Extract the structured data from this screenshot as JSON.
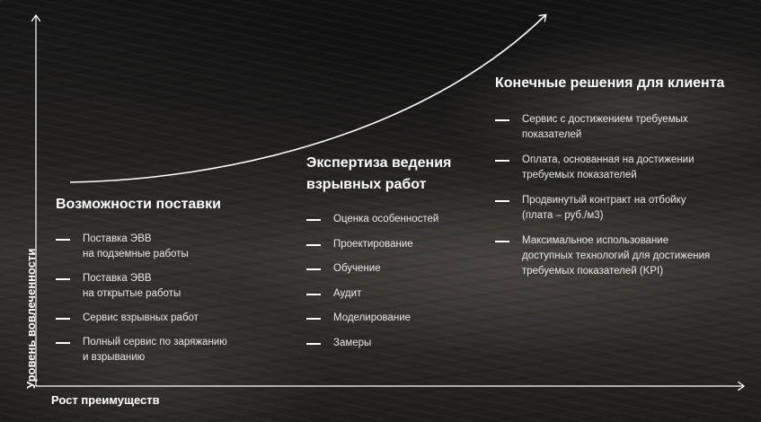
{
  "axes": {
    "x_label": "Рост преимуществ",
    "y_label": "Уровень вовлеченности"
  },
  "columns": [
    {
      "title": "Возможности поставки",
      "items": [
        "Поставка ЭВВ\nна подземные работы",
        "Поставка ЭВВ\nна открытые работы",
        "Сервис взрывных работ",
        "Полный сервис по заряжанию\n и  взрыванию"
      ]
    },
    {
      "title": "Экспертиза ведения\nвзрывных работ",
      "items": [
        "Оценка особенностей",
        "Проектирование",
        " Обучение",
        "Аудит",
        "Моделирование",
        "Замеры"
      ]
    },
    {
      "title": "Конечные решения для клиента",
      "items": [
        "Сервис с достижением требуемых\nпоказателей",
        "Оплата, основанная на достижении\nтребуемых показателей",
        "Продвинутый контракт на отбойку\n(плата – руб./м3)",
        "Максимальное использование\nдоступных технологий для достижения\nтребуемых показателей (KPI)"
      ]
    }
  ],
  "colors": {
    "text": "#ffffff",
    "axis": "#ffffff",
    "overlay": "#000000"
  }
}
